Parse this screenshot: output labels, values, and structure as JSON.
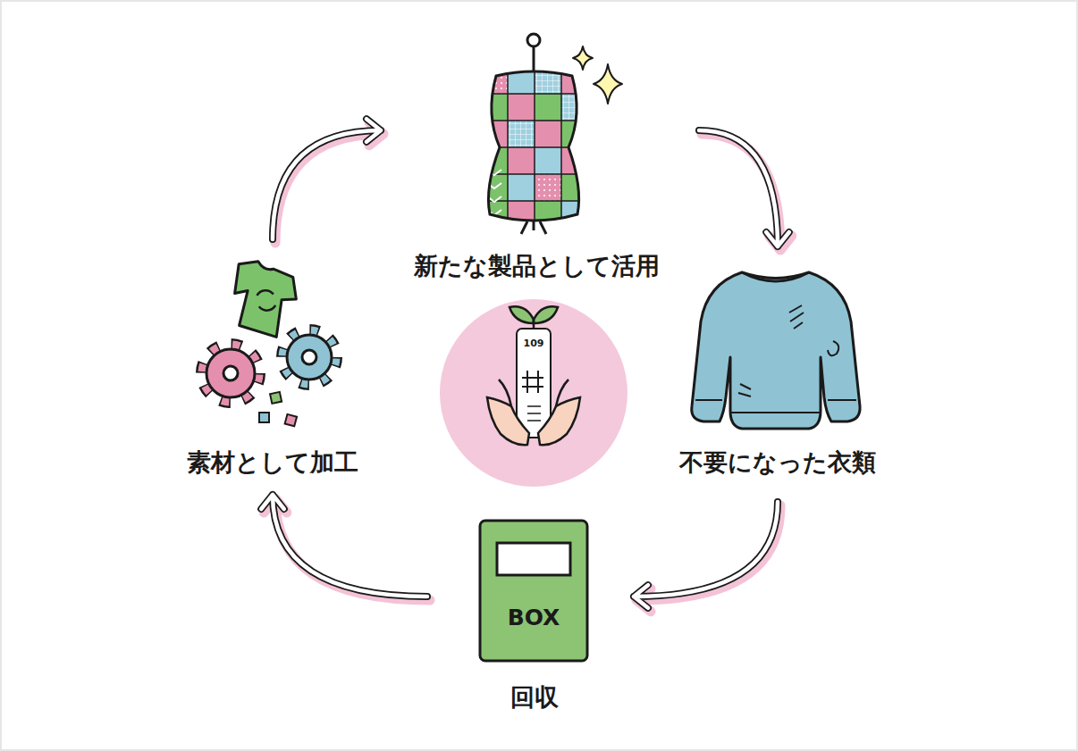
{
  "diagram": {
    "nodes": [
      {
        "text": [
          "新たな製品として活用"
        ]
      },
      {
        "text": [
          "不要になった衣類"
        ]
      },
      {
        "text": [
          "回収"
        ]
      },
      {
        "text": [
          "素材として加工"
        ]
      }
    ],
    "edges": [
      {
        "from": 0,
        "to": 1,
        "arrow": "to"
      },
      {
        "from": 1,
        "to": 2,
        "arrow": "to"
      },
      {
        "from": 2,
        "to": 3,
        "arrow": "to"
      },
      {
        "from": 3,
        "to": 0,
        "arrow": "to"
      }
    ],
    "labels": [
      "BOX",
      "109"
    ]
  }
}
